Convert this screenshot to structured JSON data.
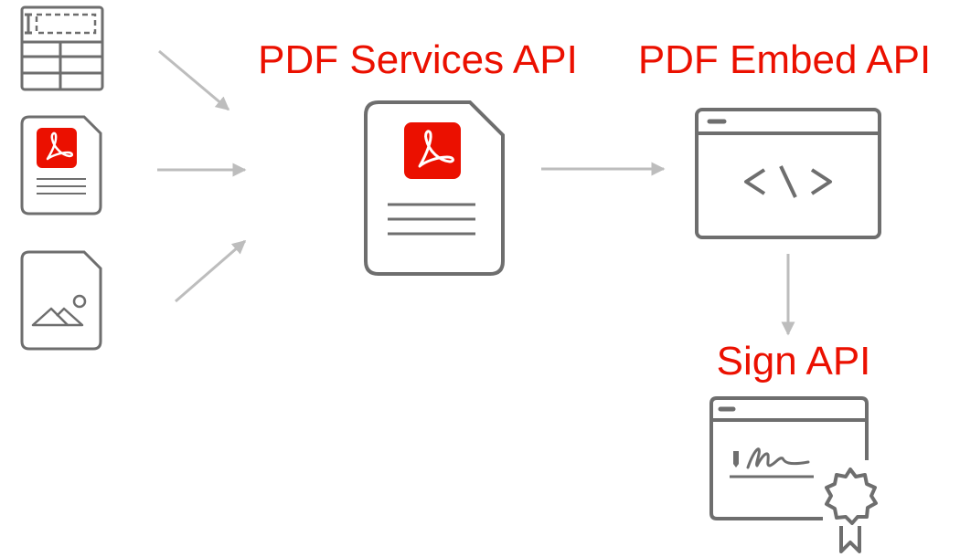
{
  "colors": {
    "accent": "#eb1000",
    "icon_stroke": "#6e6e6e",
    "arrow": "#bdbdbd"
  },
  "labels": {
    "pdf_services": "PDF Services API",
    "pdf_embed": "PDF Embed API",
    "sign": "Sign API"
  },
  "icons": {
    "table_form": "table-form-icon",
    "pdf_document": "pdf-document-icon",
    "image_file": "image-file-icon",
    "pdf_services": "pdf-services-document-icon",
    "embed_browser": "code-browser-icon",
    "signed_document": "signed-certificate-icon"
  }
}
